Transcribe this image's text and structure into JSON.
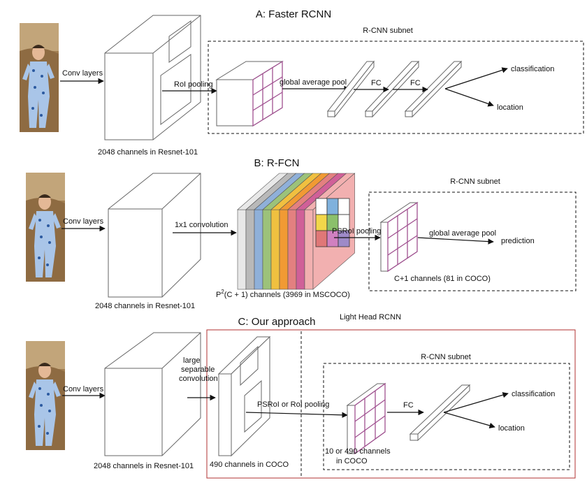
{
  "colors": {
    "outline": "#666666",
    "grid": "#a05090",
    "frame_red": "#b03030",
    "arrow": "#111111",
    "psroi_stack": [
      "#e8e8e8",
      "#b9b9b9",
      "#8fb0d9",
      "#9cc27a",
      "#f0c040",
      "#f19a34",
      "#e38080",
      "#d06098",
      "#f2b0b0"
    ],
    "psroi_cells": [
      "#ffffff",
      "#7fb1dd",
      "#ffffff",
      "#f2d74a",
      "#8bc06b",
      "#ffffff",
      "#e07777",
      "#d080c0",
      "#9e8ac8"
    ]
  },
  "icons": [
    "photo-baby"
  ],
  "section_a": {
    "title": "A: Faster RCNN",
    "subnet_label": "R-CNN subnet",
    "conv_label": "Conv layers",
    "backbone_caption": "2048 channels in Resnet-101",
    "roi_label": "RoI pooling",
    "gap_label": "global average pool",
    "fc1_label": "FC",
    "fc2_label": "FC",
    "out_classification": "classification",
    "out_location": "location"
  },
  "section_b": {
    "title": "B: R-FCN",
    "subnet_label": "R-CNN subnet",
    "conv_label": "Conv layers",
    "backbone_caption": "2048 channels in Resnet-101",
    "conv1x1_label": "1x1 convolution",
    "score_caption_p": "P",
    "score_caption_sup": "2",
    "score_caption_rest": "(C + 1)  channels (3969 in MSCOCO)",
    "psroi_label": "PSRoI pooling",
    "gap_label": "global average pool",
    "out_prediction": "prediction",
    "pooled_caption": "C+1 channels (81 in COCO)"
  },
  "section_c": {
    "title": "C: Our approach",
    "frame_label": "Light Head RCNN",
    "subnet_label": "R-CNN subnet",
    "conv_label": "Conv layers",
    "backbone_caption": "2048 channels in Resnet-101",
    "lsc_line1": "large",
    "lsc_line2": "separable",
    "lsc_line3": "convolution",
    "thin_caption": "490 channels in COCO",
    "pool_label": "PSRoI or RoI pooling",
    "pooled_line1": "10   or 490 channels",
    "pooled_line2": "in COCO",
    "fc_label": "FC",
    "out_classification": "classification",
    "out_location": "location"
  }
}
